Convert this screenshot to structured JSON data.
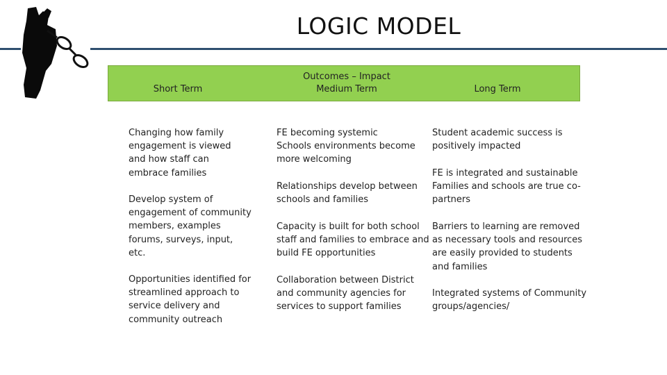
{
  "title": "LOGIC MODEL",
  "logo_icon": "hand-holding-glasses-icon",
  "colors": {
    "header_fill": "#92d050",
    "rule": "#2f4f6f",
    "text": "#222222"
  },
  "header": {
    "short": "Short Term",
    "medium_top": "Outcomes – Impact",
    "medium_bottom": "Medium Term",
    "long": "Long Term"
  },
  "short_term": [
    {
      "lines": [
        "Changing how family",
        "engagement is viewed",
        "and how staff can",
        "embrace families"
      ]
    },
    {
      "lines": [
        "Develop system of",
        "engagement of community",
        "members, examples",
        "forums, surveys, input,",
        "etc."
      ]
    },
    {
      "lines": [
        "Opportunities identified for",
        "streamlined approach to",
        "service delivery and",
        "community outreach"
      ]
    }
  ],
  "medium_term": [
    {
      "lines": [
        "FE becoming systemic",
        "Schools environments become",
        "more welcoming"
      ]
    },
    {
      "lines": [
        "Relationships develop between",
        "schools and families"
      ]
    },
    {
      "lines": [
        "Capacity is built for both school",
        "staff and families to embrace and",
        "build FE opportunities"
      ]
    },
    {
      "lines": [
        "Collaboration between District",
        "and community agencies for",
        "services to support families"
      ]
    }
  ],
  "long_term": [
    {
      "lines": [
        "Student academic success is",
        "positively impacted"
      ]
    },
    {
      "lines": [
        "FE is integrated and sustainable",
        "Families and schools are true co-",
        "partners"
      ]
    },
    {
      "lines": [
        "Barriers to learning are removed",
        "as necessary tools and resources",
        "are easily provided to students",
        "and families"
      ]
    },
    {
      "lines": [
        "Integrated systems of Community",
        "groups/agencies/"
      ]
    }
  ]
}
